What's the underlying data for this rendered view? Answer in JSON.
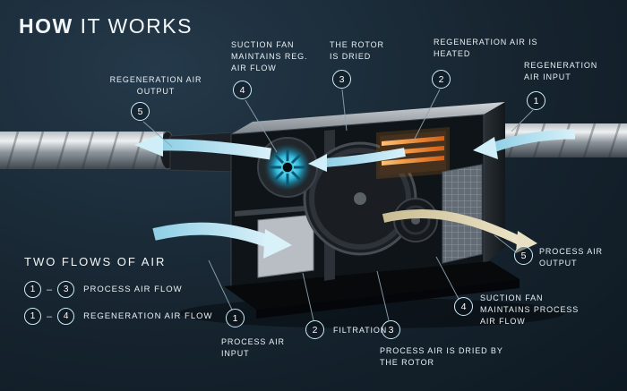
{
  "title": {
    "bold": "HOW",
    "rest": " IT WORKS"
  },
  "callouts": {
    "top": [
      {
        "num": "5",
        "label": "REGENERATION AIR OUTPUT"
      },
      {
        "num": "4",
        "label": "SUCTION FAN MAINTAINS REG. AIR FLOW"
      },
      {
        "num": "3",
        "label": "THE ROTOR IS DRIED"
      },
      {
        "num": "2",
        "label": "REGENERATION AIR IS HEATED"
      },
      {
        "num": "1",
        "label": "REGENERATION AIR INPUT"
      }
    ],
    "bottom": [
      {
        "num": "1",
        "label": "PROCESS AIR INPUT"
      },
      {
        "num": "2",
        "label": "FILTRATION"
      },
      {
        "num": "3",
        "label": "PROCESS AIR IS DRIED BY THE ROTOR"
      },
      {
        "num": "4",
        "label": "SUCTION FAN MAINTAINS PROCESS AIR FLOW"
      },
      {
        "num": "5",
        "label": "PROCESS AIR OUTPUT"
      }
    ]
  },
  "legend": {
    "heading": "TWO FLOWS OF AIR",
    "separator": "–",
    "rows": [
      {
        "from": "1",
        "to": "3",
        "label": "PROCESS AIR FLOW"
      },
      {
        "from": "1",
        "to": "4",
        "label": "REGENERATION AIR FLOW"
      }
    ]
  },
  "colors": {
    "background": "#16242f",
    "accent-cyan": "#cfeef7",
    "flow-blue": "#a9dcee",
    "heater-orange": "#e0832f",
    "process-out-tan": "#d8cba0",
    "text": "#e8f1f5"
  }
}
